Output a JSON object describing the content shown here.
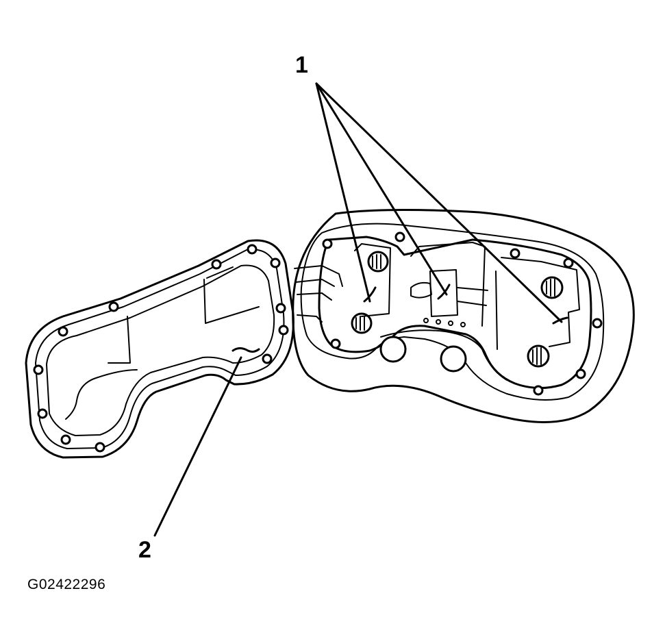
{
  "callouts": {
    "one": "1",
    "two": "2"
  },
  "figure_id": "G02422296"
}
